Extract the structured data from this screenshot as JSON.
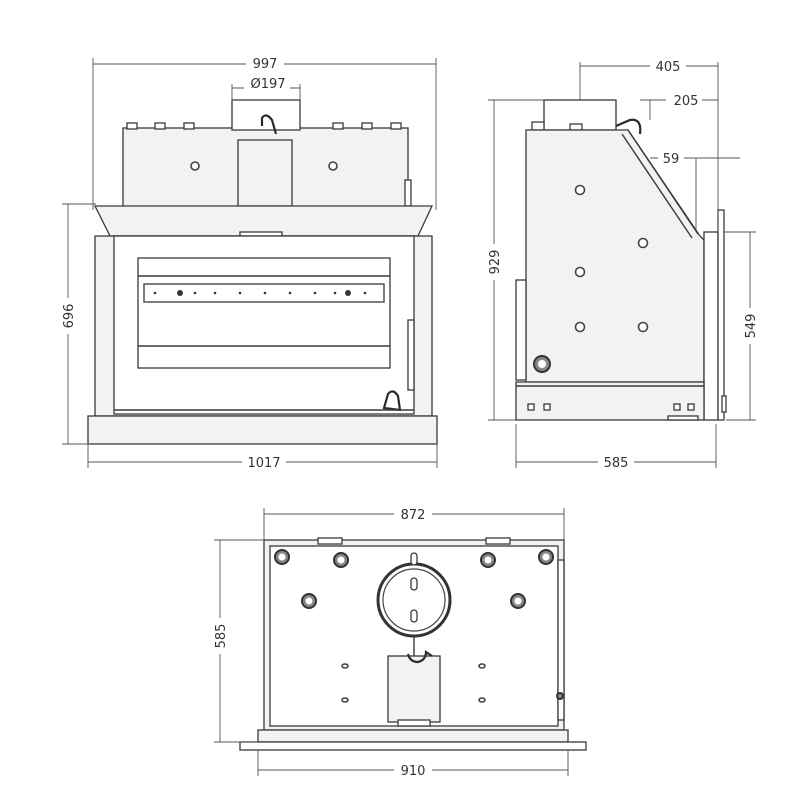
{
  "diagram": {
    "front_view": {
      "top_width": "997",
      "flue_diameter": "Ø197",
      "front_height": "696",
      "base_width": "1017"
    },
    "side_view": {
      "top_depth": "405",
      "flue_offset": "205",
      "bend_offset": "59",
      "total_height": "929",
      "front_height": "549",
      "base_depth": "585"
    },
    "top_view": {
      "top_width": "872",
      "depth": "585",
      "base_width": "910"
    }
  }
}
